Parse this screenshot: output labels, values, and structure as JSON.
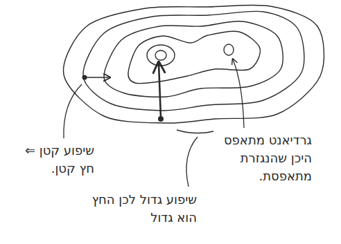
{
  "diagram": {
    "labels": [
      "שיפוע קטן ⇐ חץ קטן.",
      "שיפוע גדול לכן החץ הוא גדול",
      "גרדיאנט מתאפס היכן שהנגזרת מתאפסת."
    ]
  }
}
